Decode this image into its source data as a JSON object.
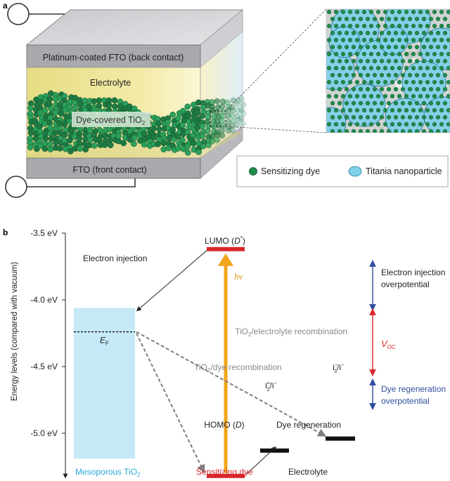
{
  "panel_a": {
    "letter": "a",
    "back_contact": "Platinum-coated FTO (back contact)",
    "electrolyte": "Electrolyte",
    "dye_tio2": "Dye-covered TiO",
    "dye_tio2_sub": "2",
    "front_contact": "FTO (front contact)",
    "legend": {
      "dye": "Sensitizing dye",
      "particle": "Titania nanoparticle"
    },
    "colors": {
      "electrolyte": "#f2ea9c",
      "dye": "#1f8a4c",
      "particle": "#7fd0e8",
      "glass": "#a8a8ad"
    }
  },
  "panel_b": {
    "letter": "b",
    "y_axis_label": "Energy levels (compared with vacuum)",
    "y_ticks": [
      "-3.5 eV",
      "-4.0 eV",
      "-4.5 eV",
      "-5.0 eV",
      "-5.5 eV"
    ],
    "y_tick_values": [
      -3.5,
      -4.0,
      -4.5,
      -5.0,
      -5.5
    ],
    "levels": {
      "lumo": {
        "text": "LUMO (",
        "var": "D",
        "sup": "*",
        "close": ")",
        "value": -3.62
      },
      "homo": {
        "text": "HOMO (",
        "var": "D",
        "close": ")",
        "value": -5.32
      },
      "redox_low": {
        "text": "I",
        "sup": "•−",
        "sub": "2",
        "rest": "/I",
        "rest_sup": "−",
        "value": -5.13
      },
      "redox_high": {
        "text": "I",
        "sup": "−",
        "sub": "3",
        "rest": "/I",
        "rest_sup": "−",
        "value": -5.04
      },
      "tio2_top": -4.06,
      "fermi": -4.24
    },
    "labels": {
      "electron_injection": "Electron injection",
      "fermi": "E",
      "fermi_sub": "F",
      "hv": "hν",
      "tio2_electrolyte": "TiO",
      "tio2_electrolyte_sub": "2",
      "tio2_electrolyte_rest": "/electrolyte recombination",
      "tio2_dye": "TiO",
      "tio2_dye_sub": "2",
      "tio2_dye_rest": "/dye recombination",
      "dye_regeneration": "Dye regeneration",
      "inj_over_1": "Electron injection",
      "inj_over_2": "overpotential",
      "voc": "V",
      "voc_sub": "OC",
      "regen_over_1": "Dye regeneration",
      "regen_over_2": "overpotential"
    },
    "columns": {
      "tio2": "Mesoporous TiO",
      "tio2_sub": "2",
      "dye": "Sensitizing dye",
      "electrolyte": "Electrolyte"
    },
    "colors": {
      "tio2_band": "#c5e9f7",
      "tio2_text": "#29a8d9",
      "dye_text": "#d8262c",
      "level_red": "#d8262c",
      "level_black": "#111111",
      "photon": "#f2a51c",
      "blue_arrow": "#2e4e9e",
      "red_arrow": "#d8262c",
      "recomb": "#7f7f7f"
    }
  }
}
